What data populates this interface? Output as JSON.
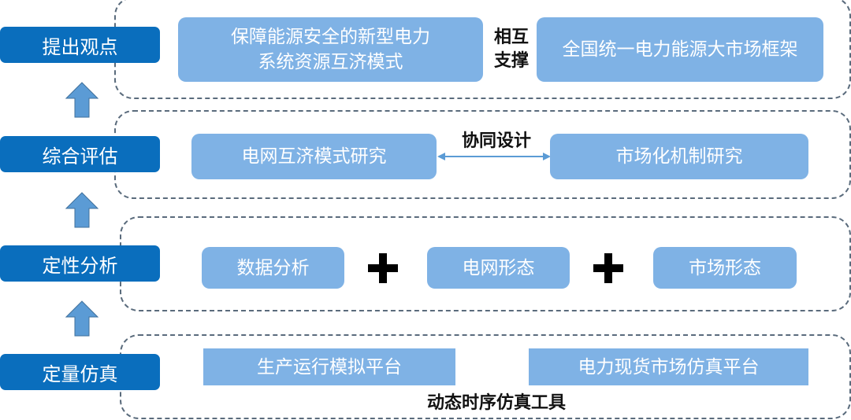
{
  "levels": [
    "提出观点",
    "综合评估",
    "定性分析",
    "定量仿真"
  ],
  "row1": {
    "left_line1": "保障能源安全的新型电力",
    "left_line2": "系统资源互济模式",
    "connector_line1": "相互",
    "connector_line2": "支撑",
    "right": "全国统一电力能源大市场框架"
  },
  "row2": {
    "left": "电网互济模式研究",
    "connector": "协同设计",
    "right": "市场化机制研究"
  },
  "row3": {
    "items": [
      "数据分析",
      "电网形态",
      "市场形态"
    ]
  },
  "row4": {
    "left": "生产运行模拟平台",
    "right": "电力现货市场仿真平台",
    "caption": "动态时序仿真工具"
  },
  "colors": {
    "level": "#0a6ebd",
    "box": "#7fb2e5",
    "arrow": "#5b9bd5"
  }
}
